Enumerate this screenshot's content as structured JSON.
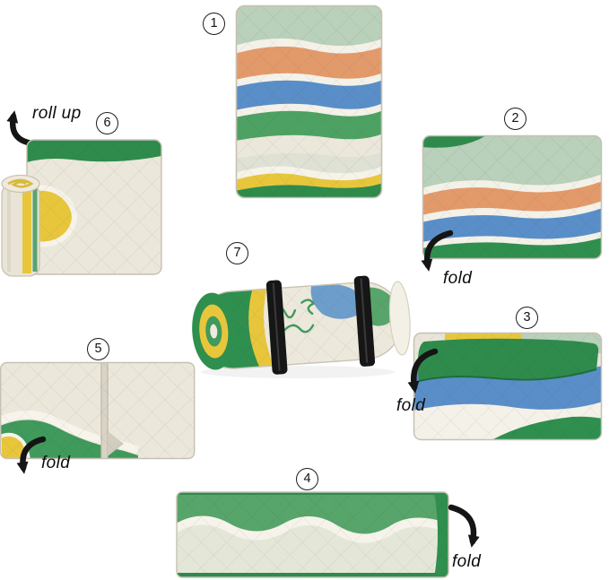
{
  "diagram": {
    "steps": {
      "s1": {
        "number": "1"
      },
      "s2": {
        "number": "2",
        "action": "fold"
      },
      "s3": {
        "number": "3",
        "action": "fold"
      },
      "s4": {
        "number": "4",
        "action": "fold"
      },
      "s5": {
        "number": "5",
        "action": "fold"
      },
      "s6": {
        "number": "6",
        "action": "roll up"
      },
      "s7": {
        "number": "7"
      }
    },
    "colors": {
      "dark_green": "#2e8b4c",
      "grass_green": "#4da263",
      "sage_green": "#b9d0ba",
      "sky_blue": "#5a8ec8",
      "terracotta": "#e29a6b",
      "sand_yellow": "#e8c63c",
      "cream": "#ebe7da",
      "strap_black": "#161616"
    }
  }
}
